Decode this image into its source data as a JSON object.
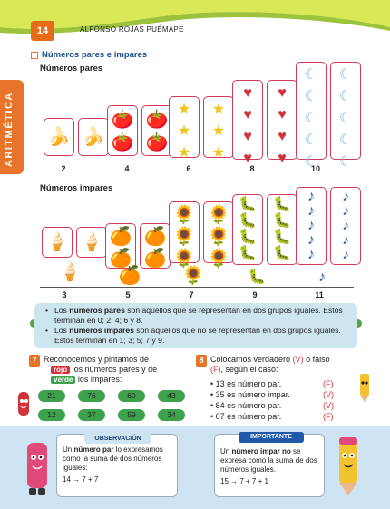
{
  "header": {
    "page_number": "14",
    "author": "ALFONSO ROJAS PUÉMAPE",
    "side_tab": "ARITMÉTICA"
  },
  "section": {
    "title": "Números pares e impares",
    "pares_title": "Números pares",
    "impares_title": "Números impares"
  },
  "pares": [
    {
      "label": "2",
      "icon": "banana-icon",
      "glyph": "🍌"
    },
    {
      "label": "4",
      "icon": "tomato-icon",
      "glyph": "🍅"
    },
    {
      "label": "6",
      "icon": "star-icon",
      "glyph": "⭐"
    },
    {
      "label": "8",
      "icon": "heart-icon",
      "glyph": "❤"
    },
    {
      "label": "10",
      "icon": "moon-icon",
      "glyph": "🌙"
    }
  ],
  "impares": [
    {
      "label": "3",
      "icon": "ice-cream-icon",
      "glyph": "🍦"
    },
    {
      "label": "5",
      "icon": "orange-icon",
      "glyph": "🍊"
    },
    {
      "label": "7",
      "icon": "sunflower-icon",
      "glyph": "🌻"
    },
    {
      "label": "9",
      "icon": "worm-icon",
      "glyph": "🐛"
    },
    {
      "label": "11",
      "icon": "music-note-icon",
      "glyph": "♪"
    }
  ],
  "note": {
    "line1_pre": "Los ",
    "line1_bold": "números pares",
    "line1_post": " son aquellos que se representan en dos grupos iguales. Estos terminan en 0; 2; 4; 6 y 8.",
    "line2_pre": "Los ",
    "line2_bold": "números impares",
    "line2_post": " son aquellos que no se representan en dos grupos iguales. Estos terminan en 1; 3; 5; 7 y 9."
  },
  "exercise7": {
    "number": "7",
    "text_a": "Reconocemos y pintamos de",
    "tag_red": "rojo",
    "text_b": "los números pares y de",
    "tag_green": "verde",
    "text_c": "los impares:",
    "values": [
      "21",
      "76",
      "60",
      "43",
      "12",
      "37",
      "59",
      "34"
    ]
  },
  "exercise8": {
    "number": "8",
    "text_a": "Colocamos verdadero",
    "v": "(V)",
    "text_b": "o falso",
    "f": "(F)",
    "text_c": ", según el caso:",
    "items": [
      {
        "text": "13 es número par.",
        "answer": "(F)"
      },
      {
        "text": "35 es número impar.",
        "answer": "(V)"
      },
      {
        "text": "84 es número par.",
        "answer": "(V)"
      },
      {
        "text": "67 es número par.",
        "answer": "(F)"
      }
    ]
  },
  "observacion": {
    "head": "OBSERVACIÓN",
    "text_pre": "Un ",
    "text_bold": "número par",
    "text_post": " lo expresamos como la suma de dos números iguales:",
    "formula": "14 → 7 + 7"
  },
  "importante": {
    "head": "IMPORTANTE",
    "text_pre": "Un ",
    "text_bold": "número impar no",
    "text_post": " se expresa como la suma de dos números iguales.",
    "formula": "15 → 7 + 7 + 1"
  },
  "colors": {
    "accent": "#e8732a",
    "blue": "#1b4f8f",
    "card_border": "#d23b5a",
    "green": "#3ea24d",
    "red": "#d2333b"
  }
}
